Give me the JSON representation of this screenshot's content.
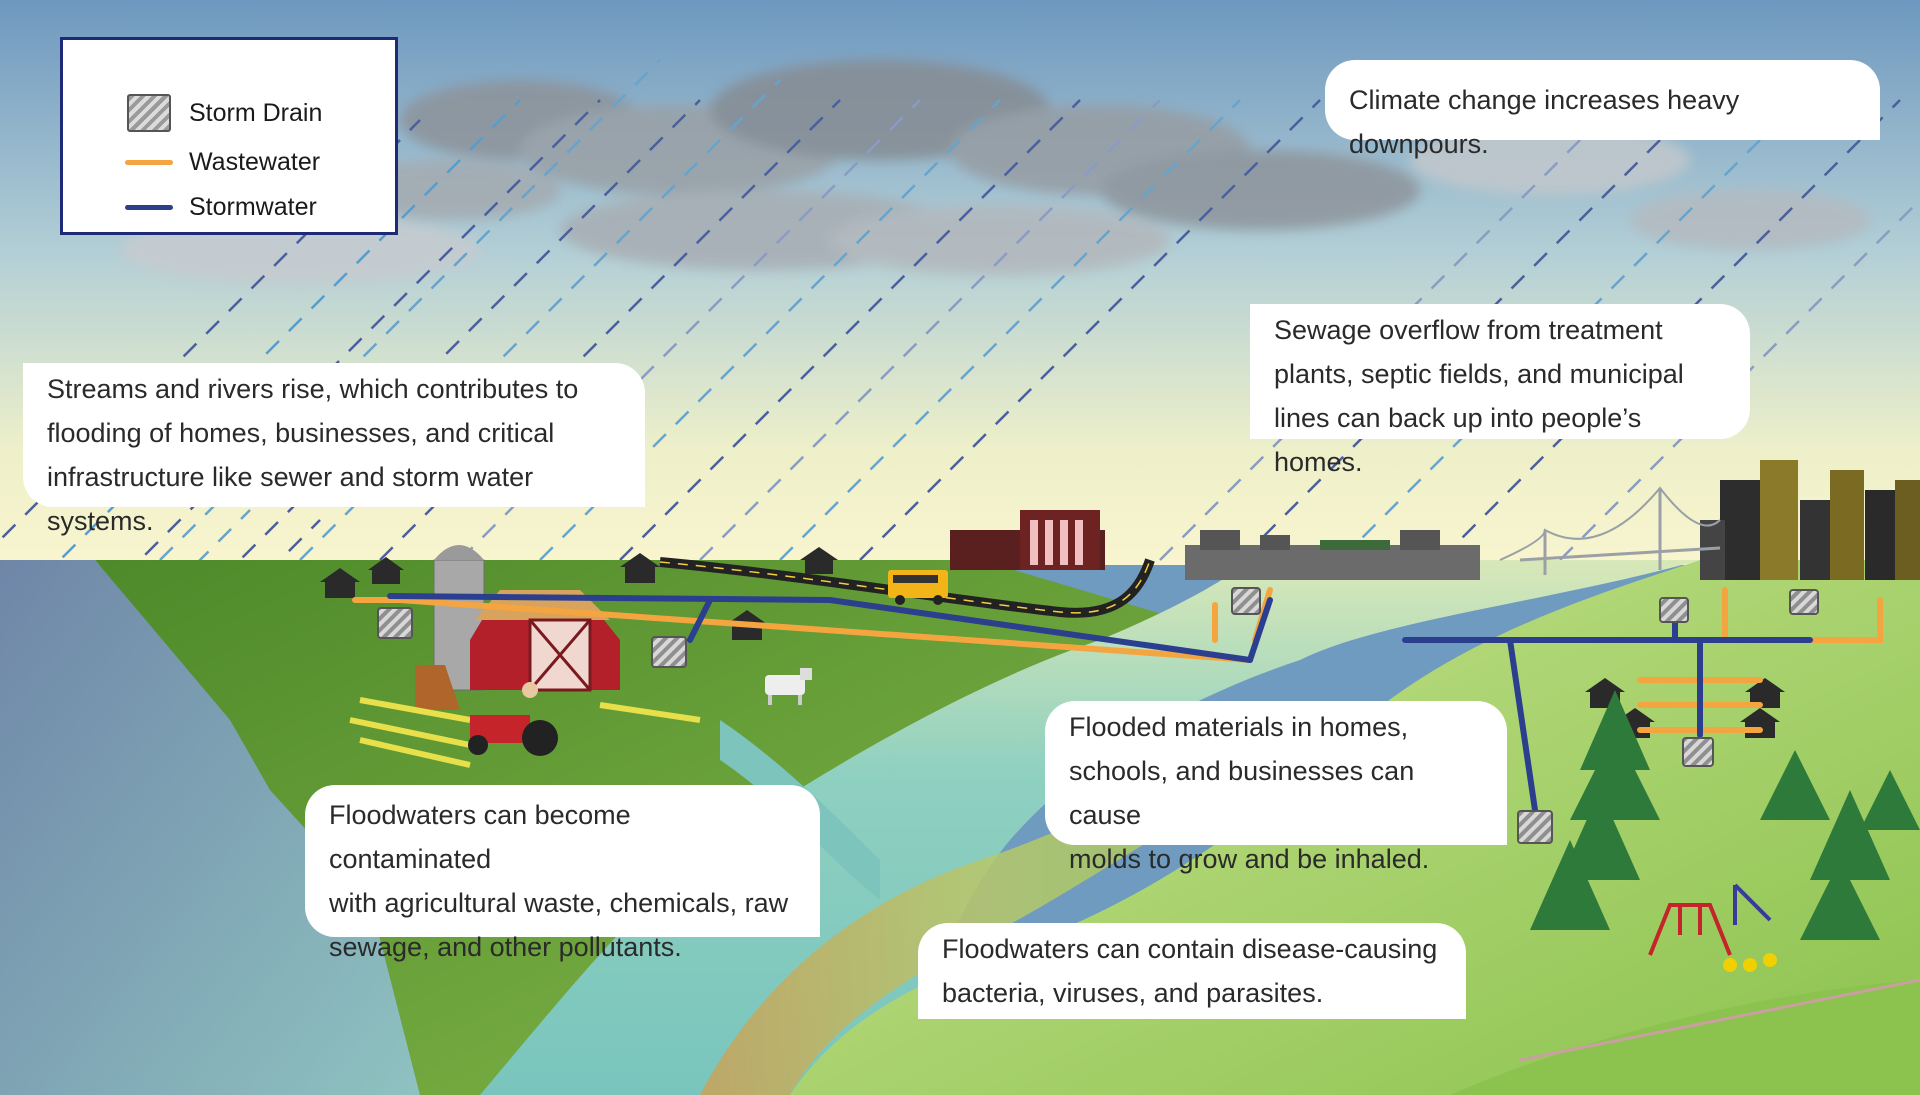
{
  "legend": {
    "items": [
      {
        "key": "storm-drain",
        "label": "Storm Drain"
      },
      {
        "key": "wastewater",
        "label": "Wastewater",
        "color": "#f5a540"
      },
      {
        "key": "stormwater",
        "label": "Stormwater",
        "color": "#2c3f8f"
      }
    ]
  },
  "callouts": {
    "climate": "Climate change increases heavy downpours.",
    "sewage": "Sewage overflow from treatment\nplants, septic fields, and municipal\nlines can back up into people’s homes.",
    "streams": "Streams and rivers rise, which contributes to\nflooding of homes, businesses, and critical\ninfrastructure like sewer and storm water systems.",
    "flooded_materials": "Flooded materials in homes,\nschools, and businesses can cause\nmolds to grow and be inhaled.",
    "contaminated": "Floodwaters can become contaminated\nwith agricultural waste, chemicals, raw\nsewage, and other pollutants.",
    "disease": "Floodwaters can contain disease-causing\nbacteria, viruses, and parasites."
  },
  "colors": {
    "sky_top": "#6f9bc0",
    "horizon": "#f6f4c8",
    "grass_dark": "#5a8f2e",
    "grass_light": "#9ccc58",
    "water": "#7fc8c0",
    "wastewater": "#f5a540",
    "stormwater": "#2c3f8f",
    "barn": "#b3202a"
  }
}
